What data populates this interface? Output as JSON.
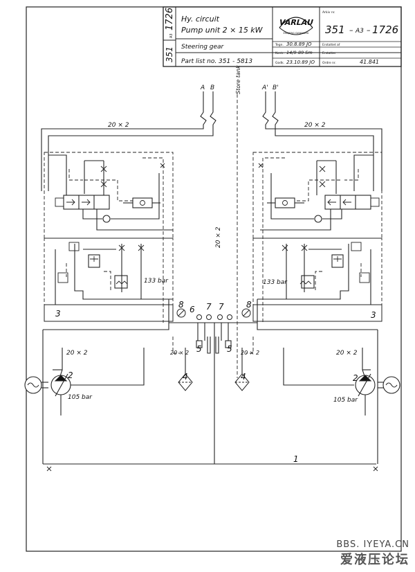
{
  "title_block": {
    "drawing_no_vertical": "1726",
    "drawing_prefix_vertical": "351",
    "small_ref_vertical": "A3",
    "title_line1": "Hy. circuit",
    "title_line2": "Pump unit  2 × 15 kW",
    "subtitle": "Steering gear",
    "part_list": "Part list no.  351 - 5813",
    "logo_text": "VARLAU",
    "logo_sub": "ESBJERG DANMARK",
    "label_drawn": "Tegn.",
    "drawn_value": "30.8.89 JO",
    "label_checked": "Kontr.",
    "checked_value": "14/9-89 Sm",
    "label_approved": "Godk.",
    "approved_value": "23.10.89 JO",
    "label_art": "Arkiv nr.",
    "drawing_number_main": "351",
    "drawing_number_format": "A3",
    "drawing_number_end": "1726",
    "label_replaced_by": "Erstattet af",
    "label_replaces": "Erstatter",
    "label_order": "Ordre nr.",
    "order_value": "41.841"
  },
  "diagram": {
    "port_A": "A",
    "port_B": "B",
    "store_tank": "Store tank",
    "port_A2": "A'",
    "port_B2": "B'",
    "pipe_top_left": "20 × 2",
    "pipe_top_right": "20 × 2",
    "pipe_center": "20 × 2",
    "pipe_mid_left": "20 × 2",
    "pipe_mid_right": "20 × 2",
    "pipe_low_left": "20 × 2",
    "pipe_low_right": "20 × 2",
    "relief_left": "133 bar",
    "relief_right": "133 bar",
    "pump_left_pressure": "105 bar",
    "pump_right_pressure": "105 bar",
    "item_1": "1",
    "item_2_left": "2",
    "item_2_right": "2",
    "item_3_left": "3",
    "item_3_right": "3",
    "item_4_left": "4",
    "item_4_right": "4",
    "item_5_left": "5",
    "item_5_right": "5",
    "item_6": "6",
    "item_7_left": "7",
    "item_7_right": "7",
    "item_8_left": "8",
    "item_8_right": "8"
  },
  "watermark": {
    "site": "BBS. IYEYA.CN",
    "name": "爱液压论坛"
  }
}
